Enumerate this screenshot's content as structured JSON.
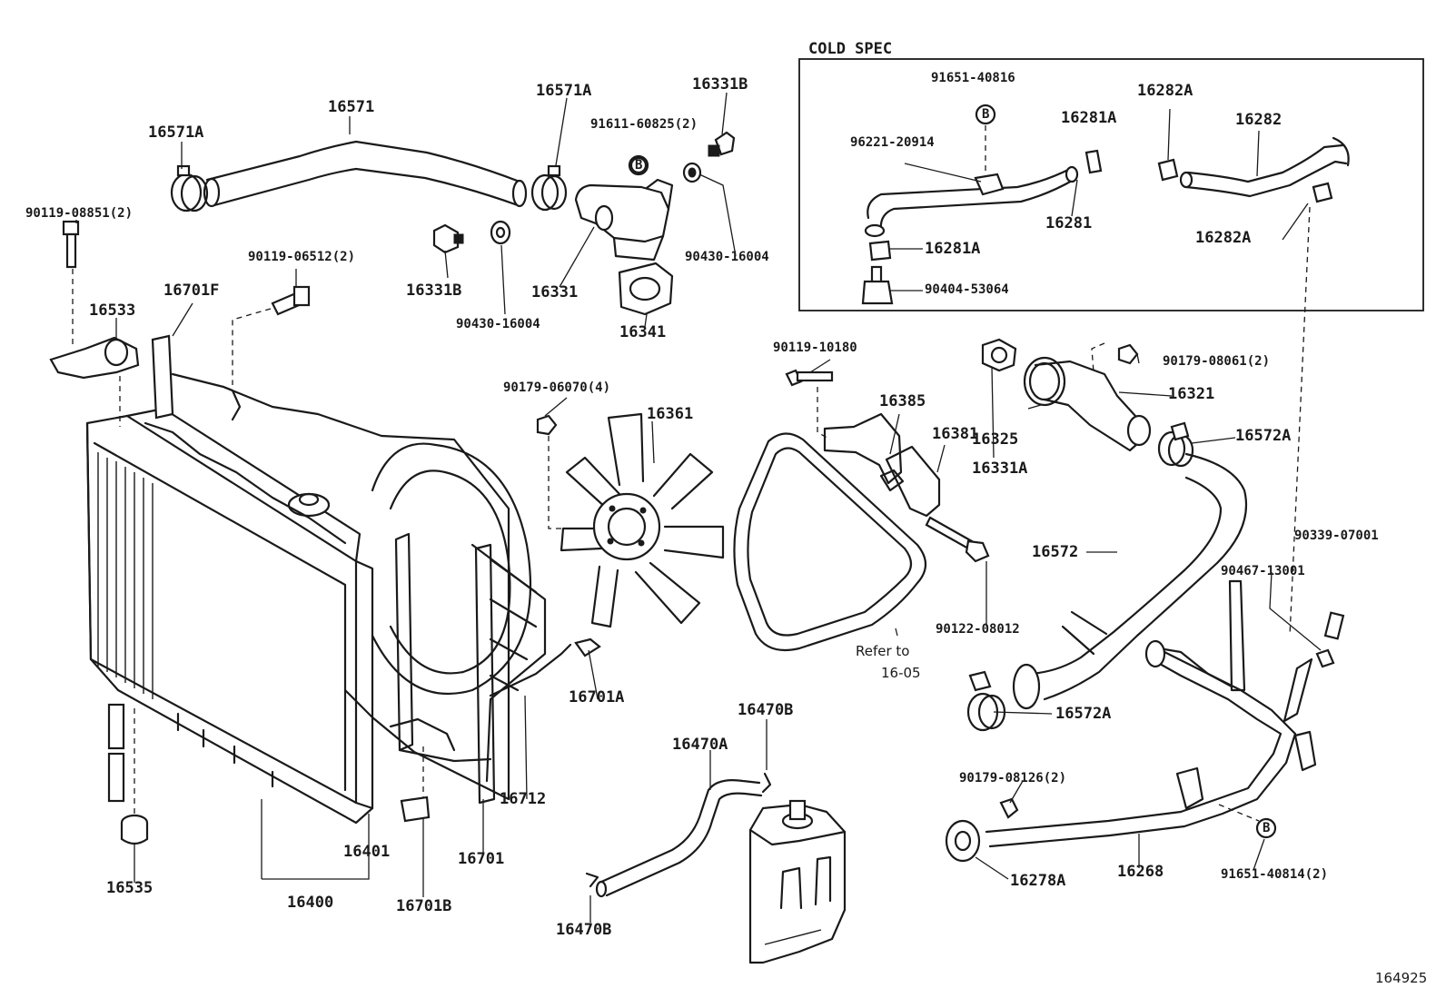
{
  "box_title": "COLD SPEC",
  "labels": {
    "p16571A_l": "16571A",
    "p90119_08851": "90119-08851(2)",
    "p16571": "16571",
    "p16571A_r": "16571A",
    "p16331B_t": "16331B",
    "p91611": "91611-60825(2)",
    "p90430_r": "90430-16004",
    "p16331": "16331",
    "p16331B_m": "16331B",
    "p90430_m": "90430-16004",
    "p16341": "16341",
    "p90119_06512": "90119-06512(2)",
    "p16701F": "16701F",
    "p16533": "16533",
    "p91651_40816": "91651-40816",
    "p96221": "96221-20914",
    "p16281A_t": "16281A",
    "p16281": "16281",
    "p16281A_b": "16281A",
    "p90404": "90404-53064",
    "p16282A_t": "16282A",
    "p16282": "16282",
    "p16282A_b": "16282A",
    "p90119_10180": "90119-10180",
    "p90179_06070": "90179-06070(4)",
    "p16361": "16361",
    "p16385": "16385",
    "p16381": "16381",
    "p90179_08061": "90179-08061(2)",
    "p16321": "16321",
    "p16325": "16325",
    "p16331A": "16331A",
    "p16572A_t": "16572A",
    "p16572": "16572",
    "p90339": "90339-07001",
    "p90467": "90467-13001",
    "p90122": "90122-08012",
    "p16701A": "16701A",
    "p16712": "16712",
    "p16470B_t": "16470B",
    "p16470A": "16470A",
    "p16572A_b": "16572A",
    "p90179_08126": "90179-08126(2)",
    "p16401": "16401",
    "p16701": "16701",
    "p16535": "16535",
    "p16400": "16400",
    "p16701B": "16701B",
    "p16470B_b": "16470B",
    "p16278A": "16278A",
    "p16268": "16268",
    "p91651_40814": "91651-40814(2)"
  },
  "refer_note": {
    "line1": "Refer to",
    "line2": "16-05"
  },
  "circle_marks": {
    "m1": "B",
    "m2": "B",
    "m3": "B"
  },
  "catalog_number": "164925"
}
